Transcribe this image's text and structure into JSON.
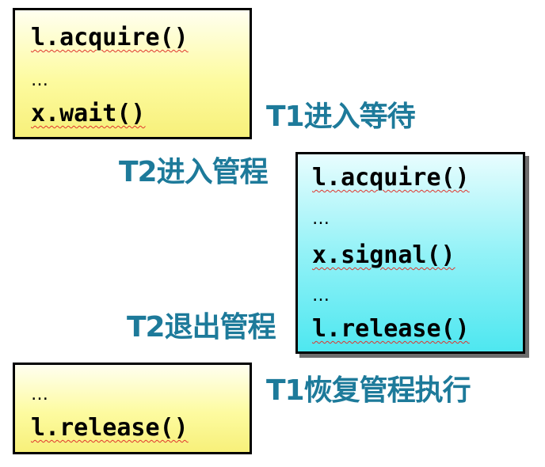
{
  "t1_box_top": {
    "line1": "l.acquire()",
    "line2": "…",
    "line3": "x.wait()"
  },
  "t2_box": {
    "line1": "l.acquire()",
    "line2": "…",
    "line3": "x.signal()",
    "line4": "…",
    "line5": "l.release()"
  },
  "t1_box_bottom": {
    "line1": "…",
    "line2": "l.release()"
  },
  "labels": {
    "t1_wait": "T1进入等待",
    "t2_enter": "T2进入管程",
    "t2_exit": "T2退出管程",
    "t1_resume": "T1恢复管程执行"
  },
  "colors": {
    "label_text": "#1d7a9a",
    "t1_box_fill": "#fdfba0",
    "t2_box_fill": "#4ee7f0",
    "squiggle": "#e0342c"
  }
}
